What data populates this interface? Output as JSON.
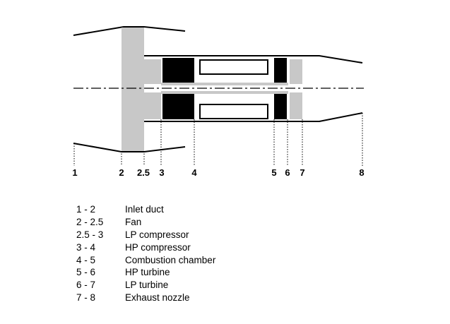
{
  "stations": [
    "1",
    "2",
    "2.5",
    "3",
    "4",
    "5",
    "6",
    "7",
    "8"
  ],
  "legend": [
    {
      "range": "1 - 2",
      "component": "Inlet duct"
    },
    {
      "range": "2 - 2.5",
      "component": "Fan"
    },
    {
      "range": "2.5 - 3",
      "component": "LP compressor"
    },
    {
      "range": "3 - 4",
      "component": "HP compressor"
    },
    {
      "range": "4 - 5",
      "component": "Combustion chamber"
    },
    {
      "range": "5 - 6",
      "component": "HP turbine"
    },
    {
      "range": "6 - 7",
      "component": "LP turbine"
    },
    {
      "range": "7 - 8",
      "component": "Exhaust nozzle"
    }
  ],
  "colors": {
    "fill_gray": "#c8c8c8",
    "core_black": "#000000",
    "line": "#000000"
  }
}
